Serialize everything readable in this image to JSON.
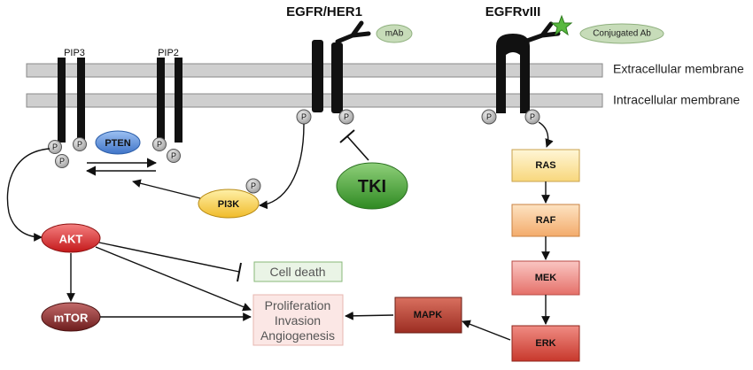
{
  "colors": {
    "membrane_fill": "#c8c8c8",
    "receptor_fill": "#111111",
    "p_circle": "#bdbdbd",
    "pten": "#5b8fd9",
    "pi3k": "#f6d15a",
    "tki": "#3c9a2f",
    "akt": "#d9302c",
    "mtor": "#8a2a2a",
    "mab_bubble": "#c4dbb9",
    "ras": "#fbe3a0",
    "raf": "#f7c08a",
    "mek": "#ee8a86",
    "erk": "#d9483c",
    "mapk": "#b03a2e",
    "cell_death_fill": "#eaf4e6",
    "cell_death_border": "#88b978",
    "prolif_fill": "#fbe7e5",
    "prolif_border": "#e7b7b0"
  },
  "membranes": {
    "extracellular": "Extracellular membrane",
    "intracellular": "Intracellular membrane"
  },
  "receptors": {
    "egfr": "EGFR/HER1",
    "egfrviii": "EGFRvIII"
  },
  "lipids": {
    "pip3": "PIP3",
    "pip2": "PIP2"
  },
  "antibodies": {
    "mab": "mAb",
    "conjugated": "Conjugated Ab"
  },
  "phospho": "P",
  "nodes": {
    "pten": "PTEN",
    "pi3k": "PI3K",
    "tki": "TKI",
    "akt": "AKT",
    "mtor": "mTOR",
    "ras": "RAS",
    "raf": "RAF",
    "mek": "MEK",
    "erk": "ERK",
    "mapk": "MAPK"
  },
  "outcomes": {
    "cell_death": "Cell death",
    "proliferation": "Proliferation",
    "invasion": "Invasion",
    "angiogenesis": "Angiogenesis"
  }
}
